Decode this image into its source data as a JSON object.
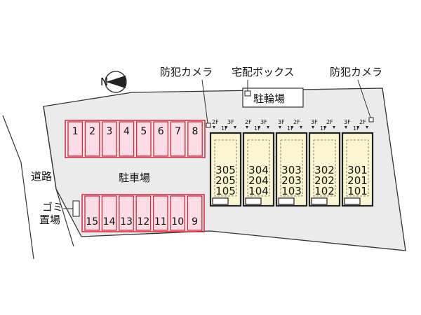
{
  "compass": {
    "letter": "N"
  },
  "labels": {
    "camera_left": "防犯カメラ",
    "delivery_box": "宅配ボックス",
    "camera_right": "防犯カメラ",
    "bicycle_parking": "駐輪場",
    "parking_lot": "駐車場",
    "road": "道路",
    "garbage_line1": "ゴミ",
    "garbage_line2": "置場"
  },
  "parking_top": [
    "1",
    "2",
    "3",
    "4",
    "5",
    "6",
    "7",
    "8"
  ],
  "parking_bottom": [
    "15",
    "14",
    "13",
    "12",
    "11",
    "10",
    "9"
  ],
  "buildings": [
    {
      "units": [
        "305",
        "205",
        "105"
      ],
      "stairs": [
        "2F",
        "3F",
        "1F"
      ]
    },
    {
      "units": [
        "304",
        "204",
        "104"
      ],
      "stairs": [
        "2F",
        "3F",
        "1F"
      ]
    },
    {
      "units": [
        "303",
        "203",
        "103"
      ],
      "stairs": [
        "3F",
        "2F",
        "1F"
      ]
    },
    {
      "units": [
        "302",
        "202",
        "102"
      ],
      "stairs": [
        "3F",
        "2F",
        "1F"
      ]
    },
    {
      "units": [
        "301",
        "201",
        "101"
      ],
      "stairs": [
        "3F",
        "2F",
        "1F"
      ]
    }
  ],
  "colors": {
    "parking_fill": "#fcdde6",
    "parking_stroke": "#d9243a",
    "building_fill": "#fbf5d2"
  }
}
